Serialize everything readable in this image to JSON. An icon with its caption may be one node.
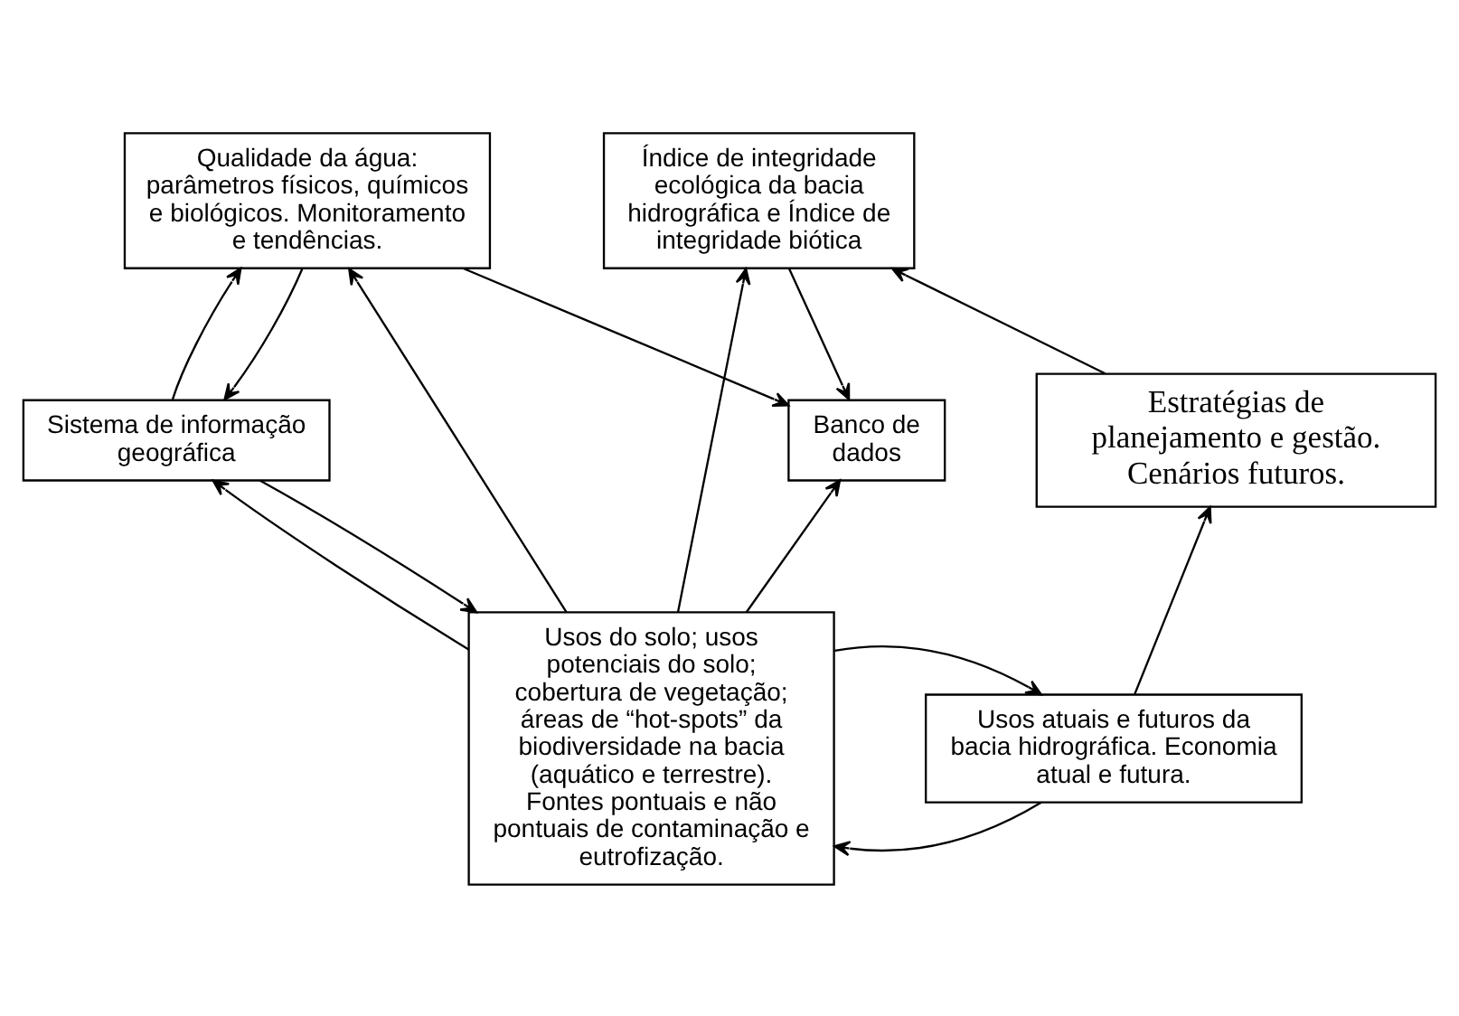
{
  "diagram": {
    "nodes": [
      {
        "text": [
          "Índice de integridade ecológica da bacia hidrográfica e Índice de integridade biótica"
        ]
      },
      {
        "text": [
          "Qualidade da água: parâmetros físicos, químicos e biológicos. Monitoramento e tendências."
        ]
      },
      {
        "text": [
          "Banco de dados"
        ]
      },
      {
        "text": [
          "Sistema de informação geográfica"
        ]
      },
      {
        "text": [
          "Estratégias de planejamento e gestão. Cenários futuros."
        ]
      },
      {
        "text": [
          "Usos do solo; usos potenciais do solo; cobertura de vegetação; áreas de “hot-spots” da biodiversidade na bacia (aquático e terrestre). Fontes pontuais e não pontuais de contaminação e eutrofização."
        ]
      },
      {
        "text": [
          "Usos atuais e futuros da bacia hidrográfica. Economia atual e futura."
        ]
      }
    ],
    "edges": [
      {
        "from": 4,
        "to": 0,
        "arrow": "to"
      },
      {
        "from": 6,
        "to": 4,
        "arrow": "to"
      },
      {
        "from": 0,
        "to": 2,
        "arrow": "to"
      },
      {
        "from": 1,
        "to": 2,
        "arrow": "to"
      },
      {
        "from": 5,
        "to": 0,
        "arrow": "to"
      },
      {
        "from": 5,
        "to": 2,
        "arrow": "to"
      },
      {
        "from": 5,
        "to": 1,
        "arrow": "to"
      },
      {
        "from": 3,
        "to": 1,
        "arrow": "to"
      },
      {
        "from": 1,
        "to": 3,
        "arrow": "to"
      },
      {
        "from": 5,
        "to": 3,
        "arrow": "to"
      },
      {
        "from": 3,
        "to": 5,
        "arrow": "to"
      },
      {
        "from": 5,
        "to": 6,
        "arrow": "to"
      },
      {
        "from": 6,
        "to": 5,
        "arrow": "to"
      }
    ]
  }
}
